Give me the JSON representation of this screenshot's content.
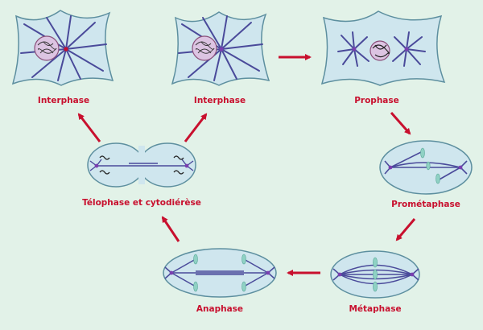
{
  "stages": [
    {
      "id": "interphase-1",
      "label": "Interphase"
    },
    {
      "id": "interphase-2",
      "label": "Interphase"
    },
    {
      "id": "prophase",
      "label": "Prophase"
    },
    {
      "id": "prometaphase",
      "label": "Prométaphase"
    },
    {
      "id": "metaphase",
      "label": "Métaphase"
    },
    {
      "id": "anaphase",
      "label": "Anaphase"
    },
    {
      "id": "telophase",
      "label": "Télophase et cytodiérèse"
    }
  ],
  "colors": {
    "background": "#e2f2e8",
    "cell_fill": "#cfe6ee",
    "cell_stroke": "#5d8f9f",
    "microtubule": "#4a4a9a",
    "centrosome": "#7a3fb0",
    "arrow": "#c8102e",
    "label": "#c8102e"
  }
}
